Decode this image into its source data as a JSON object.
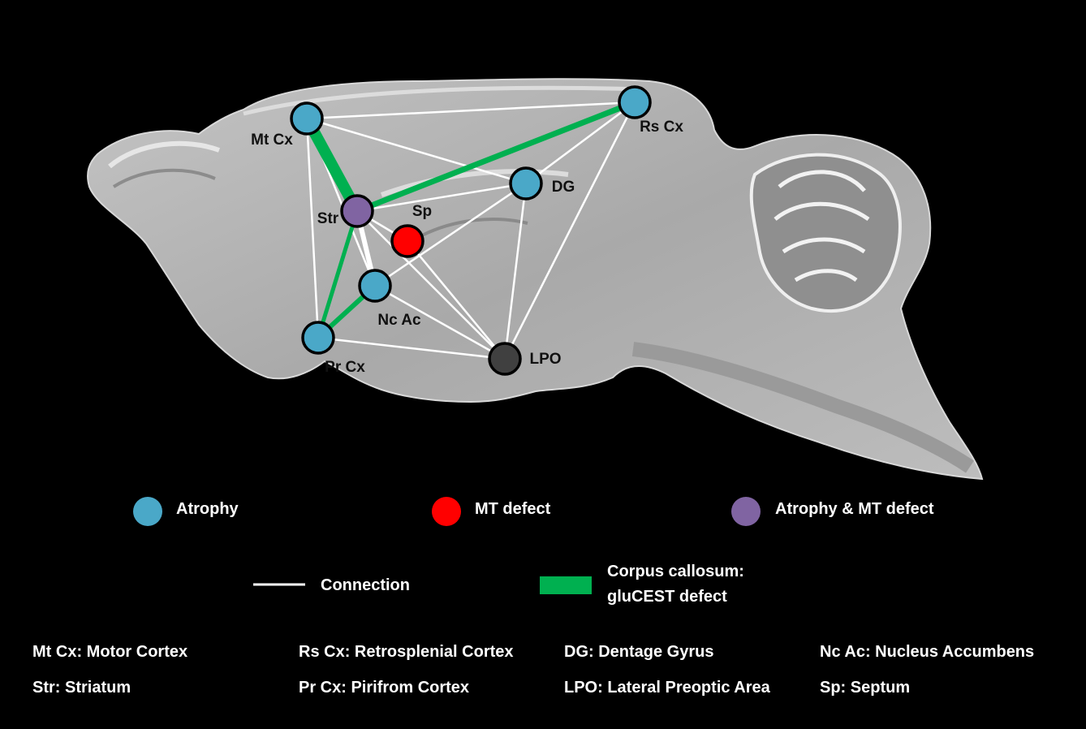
{
  "colors": {
    "background": "#000000",
    "atrophy": "#4aa8c8",
    "mt_defect": "#ff0000",
    "atrophy_mt": "#8064a2",
    "lpo": "#404040",
    "connection": "#ffffff",
    "gluCEST": "#00b050"
  },
  "nodes": [
    {
      "id": "mtcx",
      "label": "Mt Cx",
      "category": "atrophy"
    },
    {
      "id": "rscx",
      "label": "Rs Cx",
      "category": "atrophy"
    },
    {
      "id": "dg",
      "label": "DG",
      "category": "atrophy"
    },
    {
      "id": "str",
      "label": "Str",
      "category": "atrophy_mt"
    },
    {
      "id": "sp",
      "label": "Sp",
      "category": "mt_defect"
    },
    {
      "id": "ncac",
      "label": "Nc Ac",
      "category": "atrophy"
    },
    {
      "id": "prcx",
      "label": "Pr Cx",
      "category": "atrophy"
    },
    {
      "id": "lpo",
      "label": "LPO",
      "category": "lpo"
    }
  ],
  "connections": [
    [
      "mtcx",
      "rscx"
    ],
    [
      "mtcx",
      "dg"
    ],
    [
      "mtcx",
      "str"
    ],
    [
      "mtcx",
      "prcx"
    ],
    [
      "mtcx",
      "ncac"
    ],
    [
      "rscx",
      "dg"
    ],
    [
      "rscx",
      "lpo"
    ],
    [
      "rscx",
      "str"
    ],
    [
      "dg",
      "str"
    ],
    [
      "dg",
      "lpo"
    ],
    [
      "dg",
      "ncac"
    ],
    [
      "str",
      "sp"
    ],
    [
      "str",
      "ncac"
    ],
    [
      "str",
      "prcx"
    ],
    [
      "str",
      "lpo"
    ],
    [
      "sp",
      "lpo"
    ],
    [
      "ncac",
      "lpo"
    ],
    [
      "ncac",
      "prcx"
    ],
    [
      "prcx",
      "lpo"
    ]
  ],
  "gluCEST_connections": [
    [
      "mtcx",
      "str"
    ],
    [
      "str",
      "rscx"
    ],
    [
      "str",
      "prcx"
    ],
    [
      "ncac",
      "prcx"
    ]
  ],
  "legend": {
    "atrophy": "Atrophy",
    "mt_defect": "MT defect",
    "atrophy_mt": "Atrophy & MT defect",
    "connection": "Connection",
    "gluCEST_line1": "Corpus callosum:",
    "gluCEST_line2": "gluCEST defect"
  },
  "abbreviations": [
    "Mt Cx: Motor Cortex",
    "Rs Cx: Retrosplenial Cortex",
    "DG: Dentage Gyrus",
    "Nc Ac: Nucleus Accumbens",
    "Str: Striatum",
    "Pr Cx: Pirifrom Cortex",
    "LPO: Lateral Preoptic Area",
    "Sp: Septum"
  ]
}
